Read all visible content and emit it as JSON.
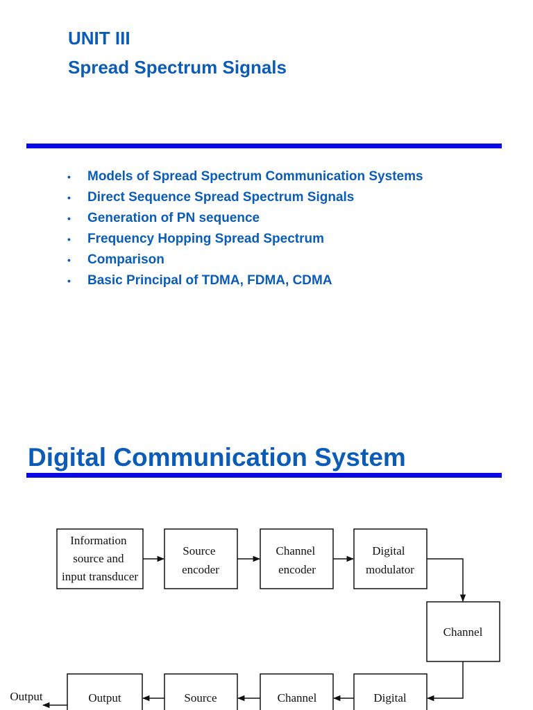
{
  "slide1": {
    "title": "UNIT III",
    "subtitle": "Spread Spectrum Signals",
    "bullets": [
      "Models of Spread Spectrum Communication Systems",
      "Direct Sequence Spread Spectrum Signals",
      "Generation of PN sequence",
      "Frequency Hopping Spread Spectrum",
      "Comparison",
      "Basic Principal of TDMA, FDMA, CDMA"
    ]
  },
  "slide2": {
    "title": "Digital Communication System",
    "blocks": {
      "info_source": [
        "Information",
        "source and",
        "input transducer"
      ],
      "source_encoder": [
        "Source",
        "encoder"
      ],
      "channel_encoder": [
        "Channel",
        "encoder"
      ],
      "digital_modulator": [
        "Digital",
        "modulator"
      ],
      "channel": [
        "Channel"
      ],
      "output_transducer": [
        "Output"
      ],
      "source_decoder": [
        "Source"
      ],
      "channel_decoder": [
        "Channel"
      ],
      "digital_demodulator": [
        "Digital"
      ],
      "output_signal": [
        "Output"
      ]
    }
  },
  "colors": {
    "heading": "#0b5cb8",
    "rule": "#0a0ae6"
  }
}
